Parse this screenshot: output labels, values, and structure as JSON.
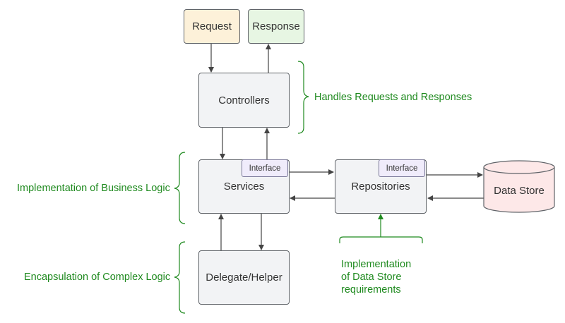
{
  "nodes": {
    "request": "Request",
    "response": "Response",
    "controllers": "Controllers",
    "services": "Services",
    "repositories": "Repositories",
    "data_store": "Data Store",
    "delegate": "Delegate/Helper",
    "interface": "Interface"
  },
  "annotations": {
    "controllers": "Handles Requests and Responses",
    "services": "Implementation of Business Logic",
    "delegate": "Encapsulation of Complex Logic",
    "repositories": [
      "Implementation",
      "of Data Store",
      "requirements"
    ]
  },
  "colors": {
    "annotation": "#1f8a1f",
    "request_fill": "#fdf1d9",
    "response_fill": "#e7f6e3",
    "box_fill": "#f2f3f5",
    "interface_fill": "#f0ecfb",
    "datastore_fill": "#fde8e8"
  }
}
